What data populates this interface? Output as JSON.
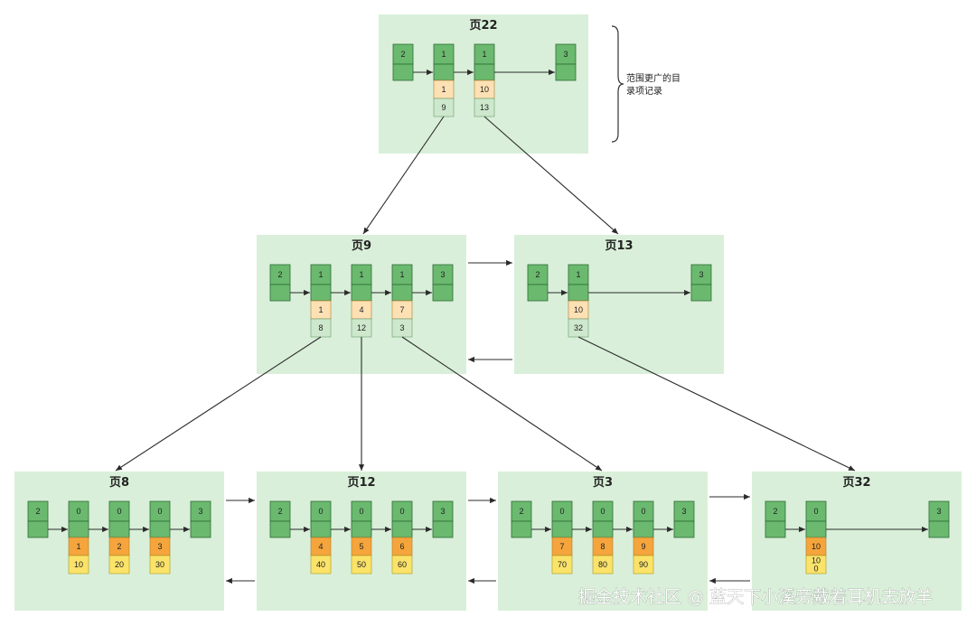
{
  "colors": {
    "page_bg": "#d9efd9",
    "record_green": "#6ab96f",
    "record_border": "#2f6b35",
    "key_orange_light": "#fde1b4",
    "key_orange": "#f5a53c",
    "pointer_green_light": "#cde8cc",
    "value_yellow": "#fbe36a",
    "arrow": "#2b2b2b"
  },
  "note": {
    "line1": "范围更广的目",
    "line2": "录项记录"
  },
  "pages": [
    {
      "id": "p22",
      "title": "页22",
      "records": [
        {
          "type": "2"
        },
        {
          "type": "1",
          "key": "1",
          "ptr": "9"
        },
        {
          "type": "1",
          "key": "10",
          "ptr": "13"
        },
        {
          "type": "3"
        }
      ]
    },
    {
      "id": "p9",
      "title": "页9",
      "records": [
        {
          "type": "2"
        },
        {
          "type": "1",
          "key": "1",
          "ptr": "8"
        },
        {
          "type": "1",
          "key": "4",
          "ptr": "12"
        },
        {
          "type": "1",
          "key": "7",
          "ptr": "3"
        },
        {
          "type": "3"
        }
      ]
    },
    {
      "id": "p13",
      "title": "页13",
      "records": [
        {
          "type": "2"
        },
        {
          "type": "1",
          "key": "10",
          "ptr": "32"
        },
        {
          "type": "3"
        }
      ]
    },
    {
      "id": "p8",
      "title": "页8",
      "records": [
        {
          "type": "2"
        },
        {
          "type": "0",
          "key": "1",
          "val": "10"
        },
        {
          "type": "0",
          "key": "2",
          "val": "20"
        },
        {
          "type": "0",
          "key": "3",
          "val": "30"
        },
        {
          "type": "3"
        }
      ]
    },
    {
      "id": "p12",
      "title": "页12",
      "records": [
        {
          "type": "2"
        },
        {
          "type": "0",
          "key": "4",
          "val": "40"
        },
        {
          "type": "0",
          "key": "5",
          "val": "50"
        },
        {
          "type": "0",
          "key": "6",
          "val": "60"
        },
        {
          "type": "3"
        }
      ]
    },
    {
      "id": "p3",
      "title": "页3",
      "records": [
        {
          "type": "2"
        },
        {
          "type": "0",
          "key": "7",
          "val": "70"
        },
        {
          "type": "0",
          "key": "8",
          "val": "80"
        },
        {
          "type": "0",
          "key": "9",
          "val": "90"
        },
        {
          "type": "3"
        }
      ]
    },
    {
      "id": "p32",
      "title": "页32",
      "records": [
        {
          "type": "2"
        },
        {
          "type": "0",
          "key": "10",
          "val": "10\n0"
        },
        {
          "type": "3"
        }
      ]
    }
  ],
  "watermark": "掘金技术社区 @ 蓝天下小溪旁戴着耳机去放羊"
}
